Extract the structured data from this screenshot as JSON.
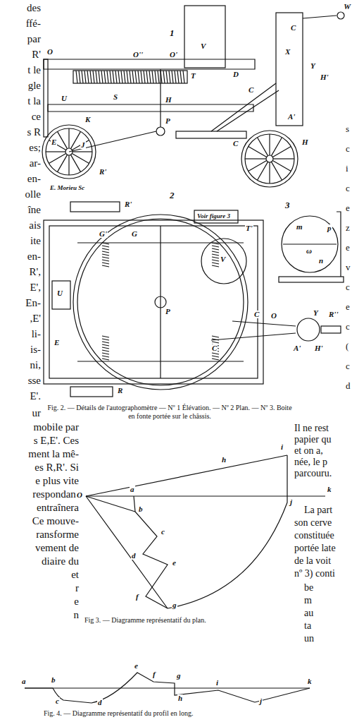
{
  "diagram": {
    "caption": "Fig. 2. — Détails de l'autographomètre — Nº 1 Élévation. — Nº 2 Plan. — Nº 3. Boite en fonte portée sur le châssis.",
    "labels": [
      "des",
      "ffé-",
      "par",
      "R'",
      "t le",
      "gle",
      "t la",
      "ce",
      "s R",
      "es;",
      "ar-",
      "en-",
      "olle",
      "îne",
      "ais",
      "ite",
      "en-",
      "R',",
      "E',",
      "En-",
      ",E'",
      "li-",
      "is-",
      "ni,",
      "sse",
      "E'.",
      "ur",
      "mobile par",
      "s E,E'. Ces",
      "ment la mê-",
      "es R,R'. Si",
      "e plus vite",
      "respondant",
      "entraînera",
      "Ce mouve-",
      "ransforme",
      "vement de",
      "diaire du",
      "et",
      "r",
      "e",
      "n",
      "s",
      "c",
      "i",
      "c",
      "e",
      "z",
      "e",
      "v",
      "c",
      "e",
      "c",
      "(",
      "c",
      "d",
      "Il ne rest",
      "papier qu",
      "et on a,",
      "née, le p",
      "parcouru.",
      "La part",
      "son cerve",
      "constituée",
      "portée late",
      "de la voit",
      "nº 3) conti",
      "be",
      "m",
      "au",
      "ta",
      "un",
      "1",
      "V",
      "W",
      "C",
      "X",
      "Y",
      "H'",
      "O''",
      "O'",
      "T",
      "D",
      "O",
      "H",
      "S",
      "P",
      "K",
      "U",
      "J",
      "E",
      "R'",
      "C",
      "C",
      "A'",
      "H",
      "E. Morieu Sc",
      "2",
      "R'",
      "Voir figure 3",
      "T'",
      "V",
      "G",
      "G'",
      "U",
      "P",
      "E",
      "C",
      "C",
      "O",
      "A'",
      "H'",
      "Y",
      "R''",
      "R",
      "3",
      "m",
      "ω",
      "n",
      "p",
      "O",
      "a",
      "b",
      "c",
      "d",
      "e",
      "f",
      "g",
      "h",
      "i",
      "j",
      "k",
      "Fig 3. — Diagramme représentatif du plan.",
      "a",
      "b",
      "c",
      "d",
      "e",
      "f",
      "g",
      "h",
      "i",
      "j",
      "k",
      "Fig. 4. — Diagramme représentatif du profil en long."
    ]
  }
}
